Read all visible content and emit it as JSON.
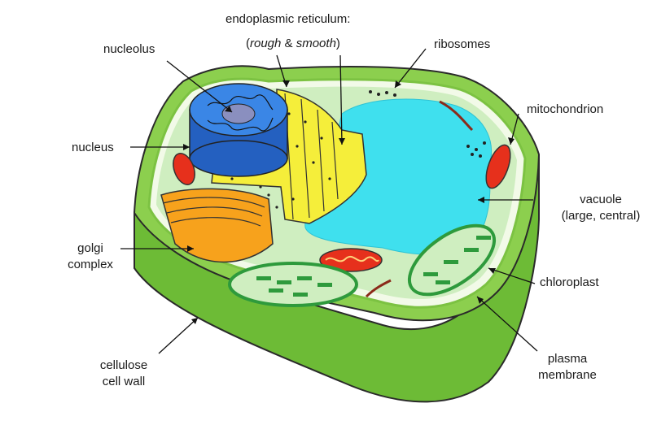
{
  "labels": {
    "er_title": "endoplasmic reticulum:",
    "er_open": "(",
    "er_rough": "rough",
    "er_amp": " & ",
    "er_smooth": "smooth",
    "er_close": ")",
    "nucleolus": "nucleolus",
    "ribosomes": "ribosomes",
    "mitochondrion": "mitochondrion",
    "nucleus": "nucleus",
    "vacuole_1": "vacuole",
    "vacuole_2": "(large, central)",
    "golgi_1": "golgi",
    "golgi_2": "complex",
    "chloroplast": "chloroplast",
    "cell_wall_1": "cellulose",
    "cell_wall_2": "cell wall",
    "plasma_1": "plasma",
    "plasma_2": "membrane"
  },
  "colors": {
    "cell_wall": "#7cc242",
    "cell_wall_dark": "#5aa02a",
    "cytoplasm": "#cfeec0",
    "vacuole": "#3fe0ee",
    "nucleus": "#2e74d8",
    "nucleolus": "#8a8fbf",
    "er": "#f5ee3a",
    "golgi": "#f7a21c",
    "mitochondrion": "#e6301c",
    "chloroplast": "#2e9a3c"
  }
}
